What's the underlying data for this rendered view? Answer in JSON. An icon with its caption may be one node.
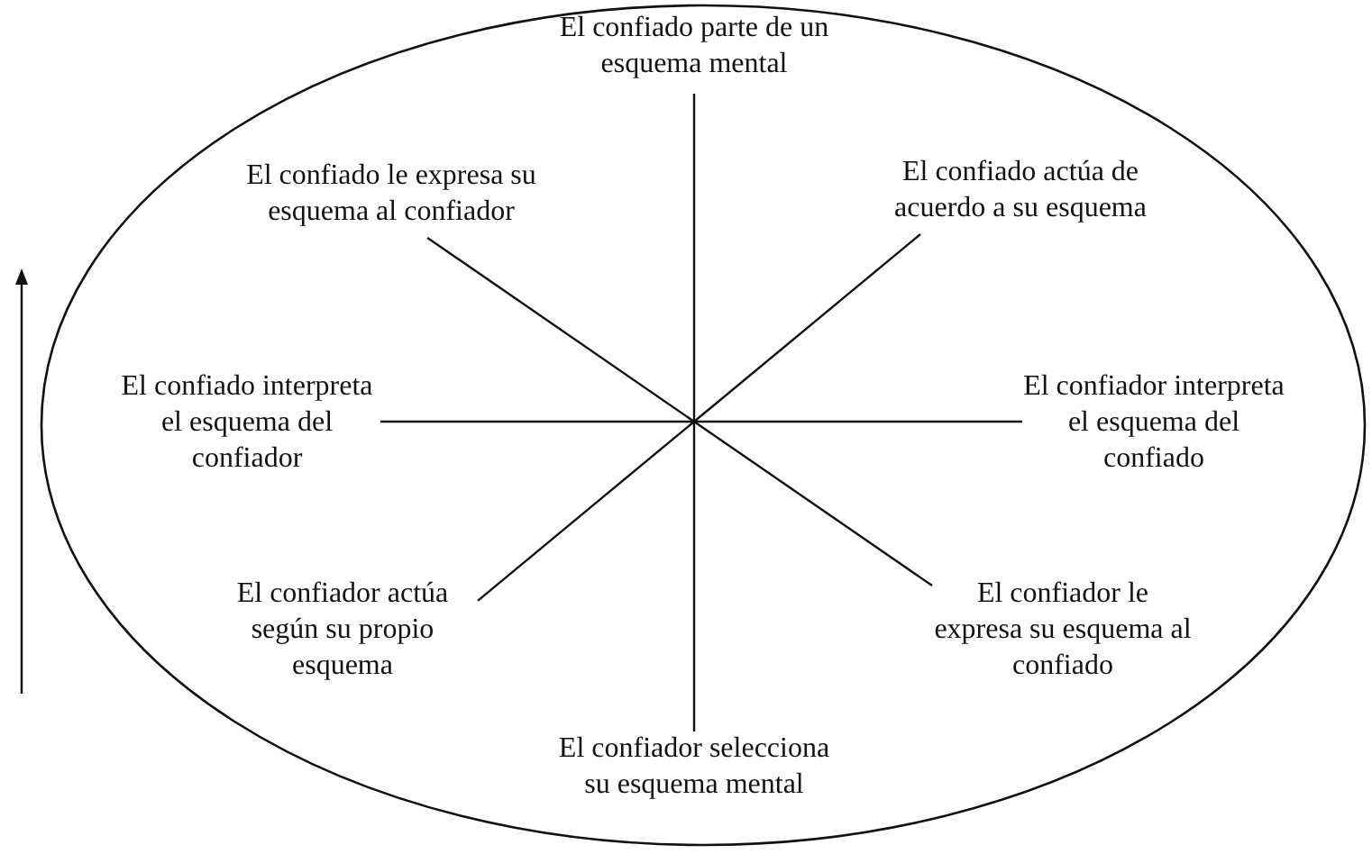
{
  "diagram": {
    "nodes": [
      {
        "text": [],
        "shape": "ellipse"
      },
      {
        "text": [
          "El confiado parte de un esquema mental"
        ],
        "in": 0
      },
      {
        "text": [
          "El confiado le expresa su esquema al confiador"
        ],
        "in": 0
      },
      {
        "text": [
          "El confiado actúa de acuerdo a su esquema"
        ],
        "in": 0
      },
      {
        "text": [
          "El confiado interpreta el esquema del confiador"
        ],
        "in": 0
      },
      {
        "text": [
          "El confiador interpreta el esquema del confiado"
        ],
        "in": 0
      },
      {
        "text": [
          "El confiador actúa según su propio esquema"
        ],
        "in": 0
      },
      {
        "text": [
          "El confiador le expresa su esquema al confiado"
        ],
        "in": 0
      },
      {
        "text": [
          "El confiador selecciona su esquema mental"
        ],
        "in": 0
      }
    ],
    "edges": [
      {
        "from": 1,
        "to": 8,
        "arrow": "none"
      },
      {
        "from": 2,
        "to": 7,
        "arrow": "none"
      },
      {
        "from": 3,
        "to": 6,
        "arrow": "none"
      },
      {
        "from": 4,
        "to": 5,
        "arrow": "none"
      }
    ]
  }
}
